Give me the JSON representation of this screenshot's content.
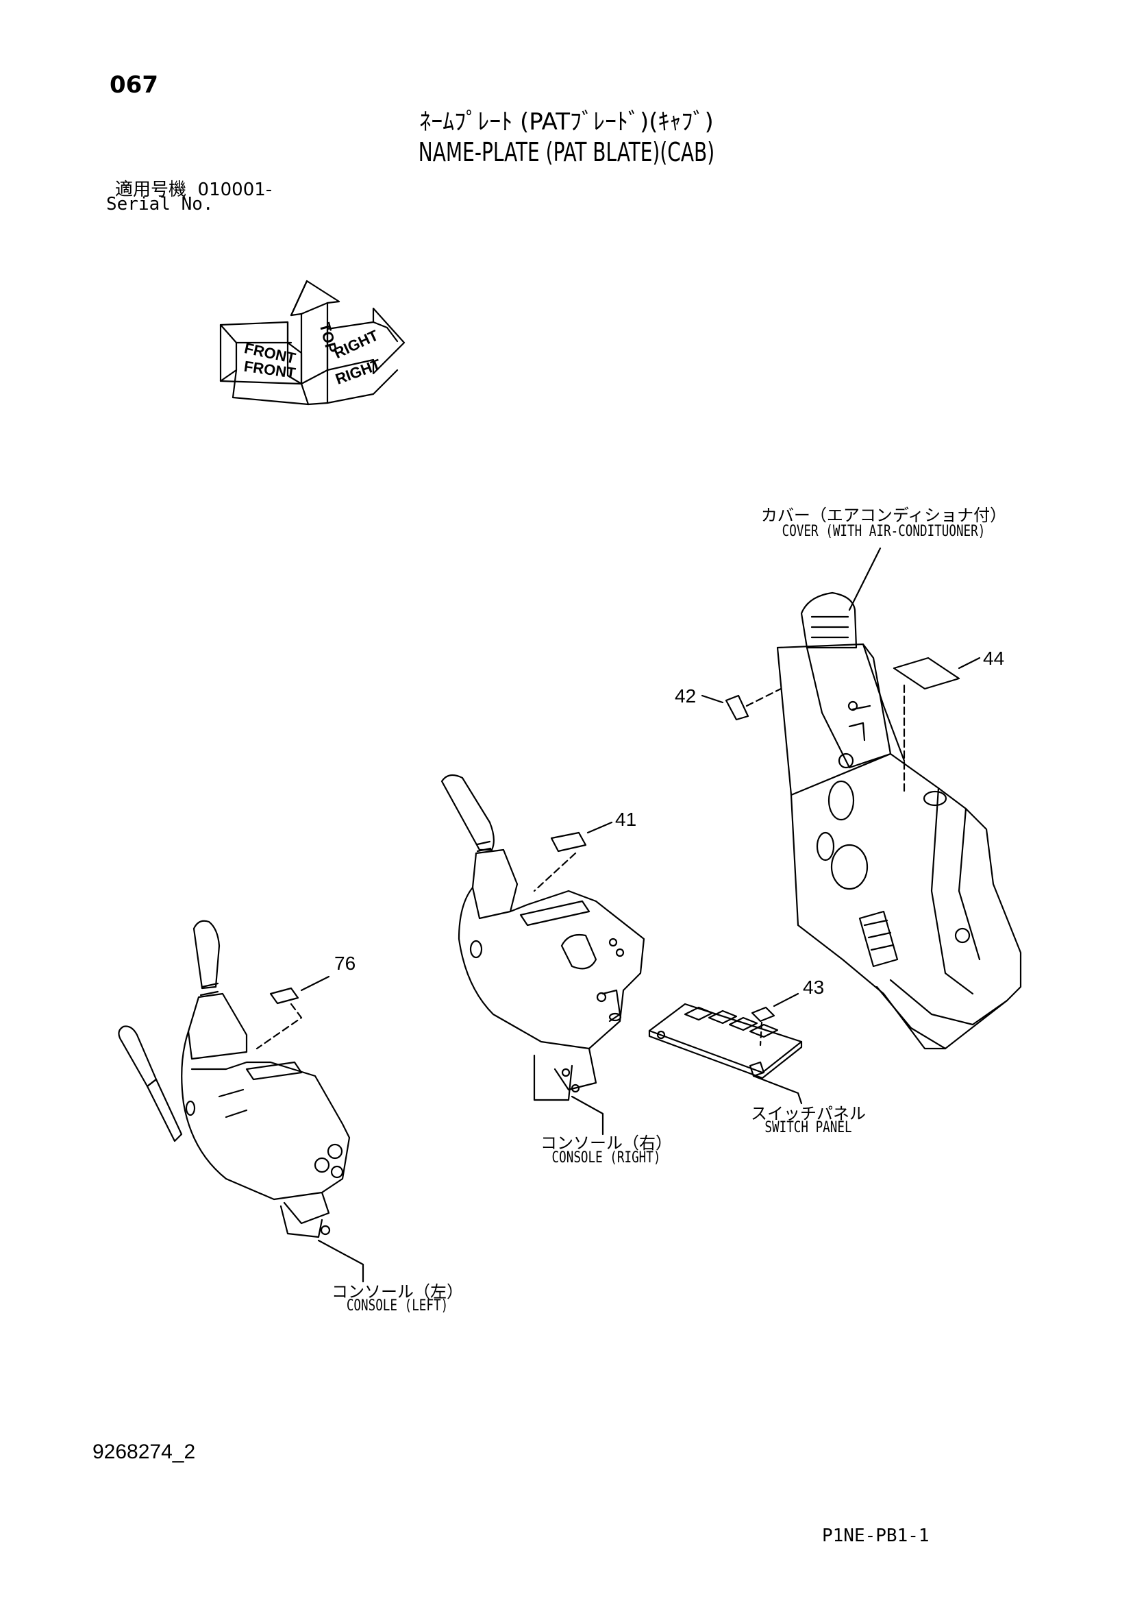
{
  "header": {
    "page_number": "067",
    "title_jp": "ﾈｰﾑﾌﾟﾚｰﾄ (PATﾌﾞﾚｰﾄﾞ)(ｷｬﾌﾞ)",
    "title_en": "NAME-PLATE (PAT BLATE)(CAB)",
    "serial_label_jp": "適用号機",
    "serial_value": "010001-",
    "serial_label_en": "Serial No."
  },
  "orientation_icon": {
    "top_label": "TOP",
    "front_label": "FRONT",
    "right_label": "RIGHT"
  },
  "parts": {
    "cover": {
      "label_jp": "カバー（エアコンディショナ付）",
      "label_en": "COVER (WITH AIR-CONDITUONER)"
    },
    "switch_panel": {
      "label_jp": "スイッチパネル",
      "label_en": "SWITCH PANEL"
    },
    "console_right": {
      "label_jp": "コンソール（右）",
      "label_en": "CONSOLE (RIGHT)"
    },
    "console_left": {
      "label_jp": "コンソール（左）",
      "label_en": "CONSOLE (LEFT)"
    }
  },
  "callouts": {
    "c41": "41",
    "c42": "42",
    "c43": "43",
    "c44": "44",
    "c76": "76"
  },
  "footer": {
    "document_number": "9268274_2",
    "reference_code": "P1NE-PB1-1"
  }
}
